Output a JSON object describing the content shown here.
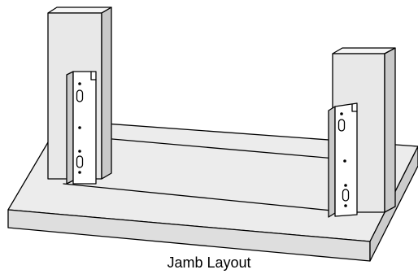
{
  "caption": "Jamb Layout",
  "colors": {
    "line": "#000000",
    "base_top": "#ececec",
    "base_front": "#dedede",
    "base_side": "#cccccc",
    "jamb_front": "#e8e8e8",
    "jamb_side": "#c9c9c9",
    "jamb_top": "#f6f6f6",
    "bracket": "#ffffff",
    "slot": "#ffffff"
  },
  "parts": {
    "base": "base-platform",
    "left_jamb": "left-jamb-post",
    "right_jamb": "right-jamb-post",
    "left_bracket": "left-mounting-bracket",
    "right_bracket": "right-mounting-bracket"
  }
}
